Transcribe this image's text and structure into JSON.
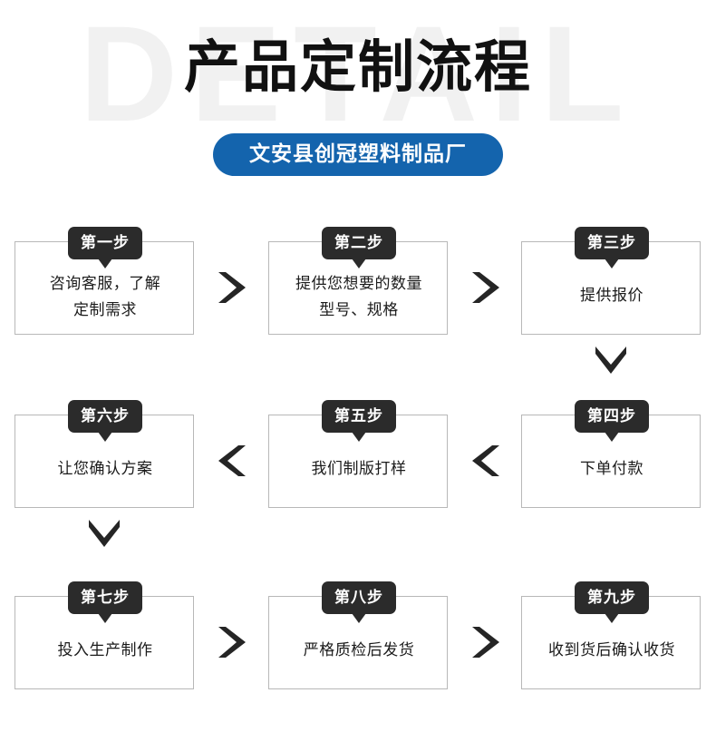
{
  "header": {
    "watermark": "DETAIL",
    "title": "产品定制流程",
    "subtitle": "文安县创冠塑料制品厂",
    "accent_color": "#1464ad",
    "watermark_color": "#f1f1f1",
    "title_color": "#111111"
  },
  "flow": {
    "badge_color": "#2b2b2b",
    "box_border_color": "#b8b8b8",
    "arrow_color": "#252525",
    "steps": [
      {
        "badge": "第一步",
        "lines": [
          "咨询客服，了解",
          "定制需求"
        ]
      },
      {
        "badge": "第二步",
        "lines": [
          "提供您想要的数量",
          "型号、规格"
        ]
      },
      {
        "badge": "第三步",
        "lines": [
          "提供报价"
        ]
      },
      {
        "badge": "第四步",
        "lines": [
          "下单付款"
        ]
      },
      {
        "badge": "第五步",
        "lines": [
          "我们制版打样"
        ]
      },
      {
        "badge": "第六步",
        "lines": [
          "让您确认方案"
        ]
      },
      {
        "badge": "第七步",
        "lines": [
          "投入生产制作"
        ]
      },
      {
        "badge": "第八步",
        "lines": [
          "严格质检后发货"
        ]
      },
      {
        "badge": "第九步",
        "lines": [
          "收到货后确认收货"
        ]
      }
    ],
    "connectors": [
      {
        "name": "arrow-step1-to-step2",
        "direction": "right"
      },
      {
        "name": "arrow-step2-to-step3",
        "direction": "right"
      },
      {
        "name": "arrow-step3-to-step4",
        "direction": "down"
      },
      {
        "name": "arrow-step4-to-step5",
        "direction": "left"
      },
      {
        "name": "arrow-step5-to-step6",
        "direction": "left"
      },
      {
        "name": "arrow-step6-to-step7",
        "direction": "down"
      },
      {
        "name": "arrow-step7-to-step8",
        "direction": "right"
      },
      {
        "name": "arrow-step8-to-step9",
        "direction": "right"
      }
    ]
  }
}
